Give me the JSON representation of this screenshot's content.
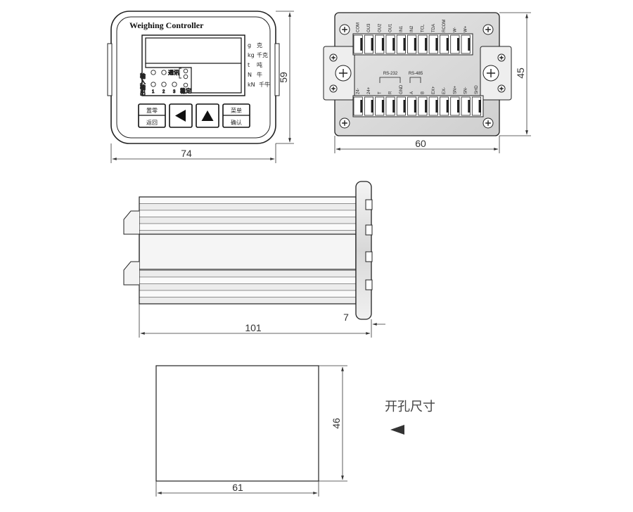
{
  "front_view": {
    "title": "Weighing Controller",
    "units": [
      {
        "sym": "g",
        "cn": "克"
      },
      {
        "sym": "kg",
        "cn": "千克"
      },
      {
        "sym": "t",
        "cn": "吨"
      },
      {
        "sym": "N",
        "cn": "牛"
      },
      {
        "sym": "kN",
        "cn": "千牛"
      }
    ],
    "ind_input": "输入",
    "ind_output": "输出",
    "ind_comm": "通讯",
    "ind_stable": "稳定",
    "ind_nums": [
      "1",
      "2",
      "3"
    ],
    "btn_zero_top": "置零",
    "btn_zero_bottom": "返回",
    "btn_menu_top": "菜单",
    "btn_menu_bottom": "确认",
    "width": "74",
    "height": "59"
  },
  "rear_view": {
    "top_pins": [
      "COM",
      "OU3",
      "OU2",
      "OU1",
      "IN1",
      "IN2",
      "TCL",
      "TDA",
      "RCOM",
      "W-",
      "W+"
    ],
    "bottom_pins": [
      "24-",
      "24+",
      "T",
      "R",
      "GND",
      "A",
      "B",
      "EX+",
      "EX-",
      "SN+",
      "SN-",
      "SHD"
    ],
    "rs232": "RS-232",
    "rs485": "RS-485",
    "width": "60",
    "height": "45"
  },
  "side_view": {
    "depth": "101",
    "flange": "7"
  },
  "cutout": {
    "label": "开孔尺寸",
    "width": "61",
    "height": "46"
  }
}
